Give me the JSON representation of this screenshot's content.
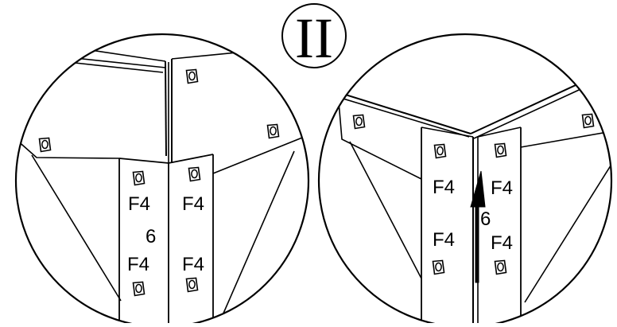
{
  "step_marker": {
    "numeral": "II"
  },
  "left_detail": {
    "labels": {
      "upper_left": "F4",
      "upper_right": "F4",
      "number": "6",
      "lower_left": "F4",
      "lower_right": "F4"
    }
  },
  "right_detail": {
    "labels": {
      "upper_left": "F4",
      "upper_right": "F4",
      "number": "6",
      "lower_left": "F4",
      "lower_right": "F4"
    },
    "arrow_direction": "up"
  },
  "colors": {
    "line": "#000000",
    "background": "#ffffff"
  },
  "icons": [
    "bolt-icon",
    "arrow-up-icon"
  ]
}
